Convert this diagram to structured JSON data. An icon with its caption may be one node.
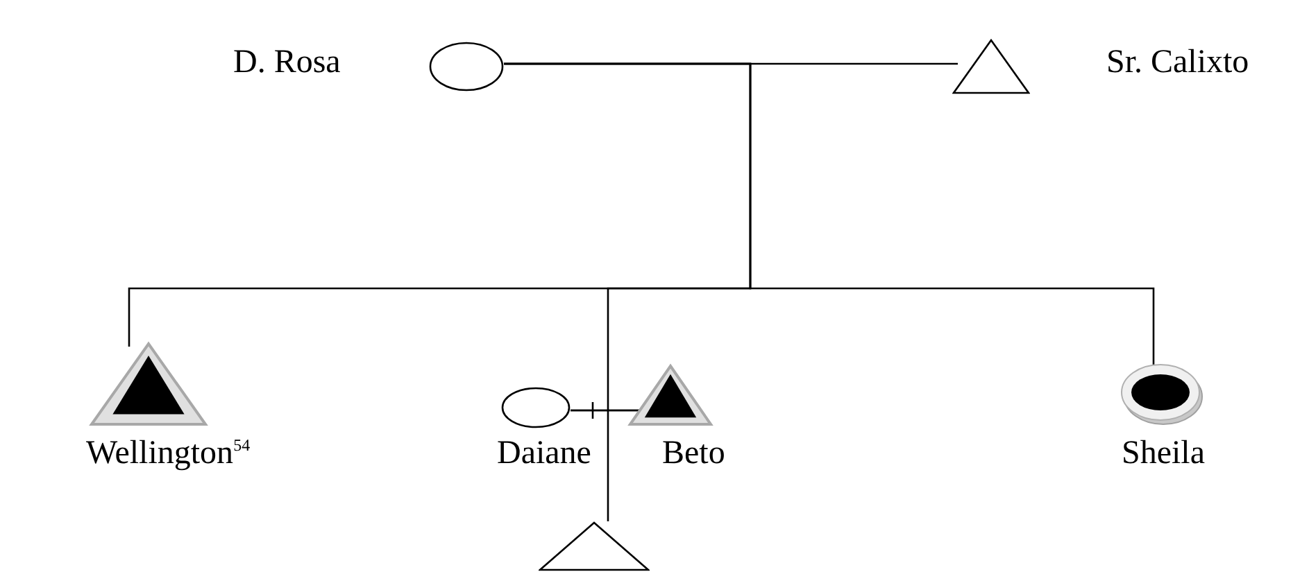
{
  "diagram": {
    "nodes": [
      {
        "text": [],
        "shape": "circle",
        "beside": [
          "D. Rosa"
        ]
      },
      {
        "text": [],
        "shape": "triangle",
        "beside": [
          "Sr. Calixto"
        ]
      },
      {
        "text": [],
        "shape": "filled-triangle",
        "beside": [
          "Wellington$^{54}$"
        ]
      },
      {
        "text": [],
        "shape": "circle",
        "beside": [
          "Daiane"
        ]
      },
      {
        "text": [],
        "shape": "filled-triangle",
        "beside": [
          "Beto"
        ]
      },
      {
        "text": [],
        "shape": "filled-circle",
        "beside": [
          "Sheila"
        ]
      },
      {
        "text": [],
        "shape": "triangle"
      }
    ],
    "edges": [
      {
        "from": 0,
        "to": 1,
        "arrow": "none"
      },
      {
        "from": 0,
        "to": 2,
        "arrow": "none"
      },
      {
        "from": 0,
        "to": 4,
        "arrow": "none"
      },
      {
        "from": 0,
        "to": 5,
        "arrow": "none"
      },
      {
        "from": 3,
        "to": 4,
        "arrow": "none"
      },
      {
        "from": 3,
        "to": 6,
        "arrow": "none"
      }
    ]
  }
}
